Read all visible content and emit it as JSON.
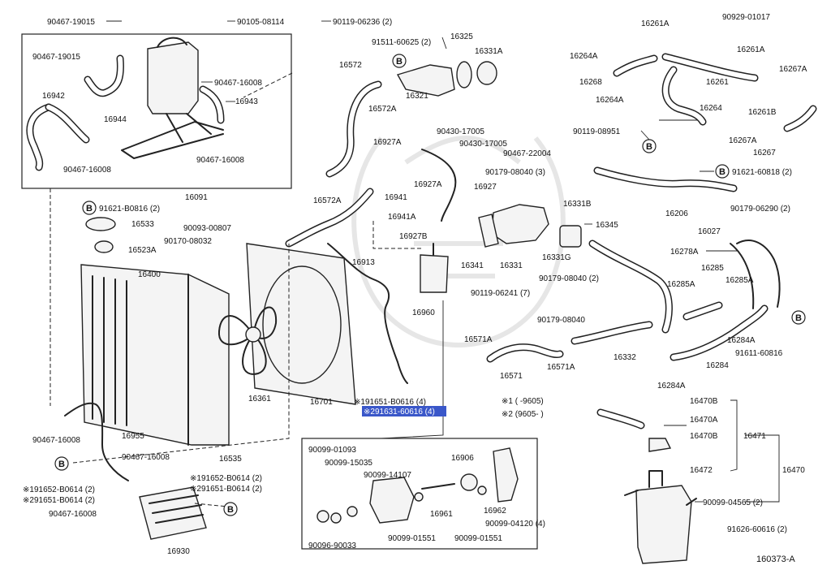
{
  "diagram_id": "160373-A",
  "labels": [
    {
      "key": "l01",
      "text": "90467-19015"
    },
    {
      "key": "l02",
      "text": "90105-08114"
    },
    {
      "key": "l03",
      "text": "90119-06236 (2)"
    },
    {
      "key": "l04",
      "text": "90467-19015"
    },
    {
      "key": "l05",
      "text": "90467-16008"
    },
    {
      "key": "l06",
      "text": "16943"
    },
    {
      "key": "l07",
      "text": "16942"
    },
    {
      "key": "l08",
      "text": "16944"
    },
    {
      "key": "l09",
      "text": "90467-16008"
    },
    {
      "key": "l10",
      "text": "90467-16008"
    },
    {
      "key": "l11",
      "text": "16091"
    },
    {
      "key": "l12",
      "text": "91511-60625 (2)"
    },
    {
      "key": "l13",
      "text": "16325"
    },
    {
      "key": "l14",
      "text": "16331A"
    },
    {
      "key": "l15",
      "text": "16572"
    },
    {
      "key": "l16",
      "text": "16321"
    },
    {
      "key": "l17",
      "text": "16572A"
    },
    {
      "key": "l18",
      "text": "16927A"
    },
    {
      "key": "l19",
      "text": "90430-17005"
    },
    {
      "key": "l20",
      "text": "90430-17005"
    },
    {
      "key": "l21",
      "text": "16927A"
    },
    {
      "key": "l22",
      "text": "16927"
    },
    {
      "key": "l23",
      "text": "16572A"
    },
    {
      "key": "l24",
      "text": "16941"
    },
    {
      "key": "l25",
      "text": "16941A"
    },
    {
      "key": "l26",
      "text": "16927B"
    },
    {
      "key": "l27",
      "text": "16261A"
    },
    {
      "key": "l28",
      "text": "90929-01017"
    },
    {
      "key": "l29",
      "text": "16264A"
    },
    {
      "key": "l30",
      "text": "16261A"
    },
    {
      "key": "l31",
      "text": "16267A"
    },
    {
      "key": "l32",
      "text": "16268"
    },
    {
      "key": "l33",
      "text": "16261"
    },
    {
      "key": "l34",
      "text": "16264A"
    },
    {
      "key": "l35",
      "text": "16264"
    },
    {
      "key": "l36",
      "text": "16261B"
    },
    {
      "key": "l37",
      "text": "16267A"
    },
    {
      "key": "l38",
      "text": "16267"
    },
    {
      "key": "l39",
      "text": "90119-08951"
    },
    {
      "key": "l40",
      "text": "90467-22004"
    },
    {
      "key": "l41",
      "text": "91621-60818 (2)"
    },
    {
      "key": "l42",
      "text": "90179-08040 (3)"
    },
    {
      "key": "l43",
      "text": "16331B"
    },
    {
      "key": "l44",
      "text": "16206"
    },
    {
      "key": "l45",
      "text": "90179-06290 (2)"
    },
    {
      "key": "l46",
      "text": "16345"
    },
    {
      "key": "l47",
      "text": "16027"
    },
    {
      "key": "l48",
      "text": "16341"
    },
    {
      "key": "l49",
      "text": "16331"
    },
    {
      "key": "l50",
      "text": "16331G"
    },
    {
      "key": "l51",
      "text": "16278A"
    },
    {
      "key": "l52",
      "text": "16285"
    },
    {
      "key": "l53",
      "text": "91621-B0816 (2)"
    },
    {
      "key": "l54",
      "text": "16533"
    },
    {
      "key": "l55",
      "text": "90093-00807"
    },
    {
      "key": "l56",
      "text": "90170-08032"
    },
    {
      "key": "l57",
      "text": "16523A"
    },
    {
      "key": "l58",
      "text": "16400"
    },
    {
      "key": "l59",
      "text": "16913"
    },
    {
      "key": "l60",
      "text": "90179-08040 (2)"
    },
    {
      "key": "l61",
      "text": "16285A"
    },
    {
      "key": "l62",
      "text": "16285A"
    },
    {
      "key": "l63",
      "text": "90119-06241 (7)"
    },
    {
      "key": "l64",
      "text": "16960"
    },
    {
      "key": "l65",
      "text": "90179-08040"
    },
    {
      "key": "l66",
      "text": "16284A"
    },
    {
      "key": "l67",
      "text": "16571A"
    },
    {
      "key": "l68",
      "text": "91611-60816"
    },
    {
      "key": "l69",
      "text": "16571A"
    },
    {
      "key": "l70",
      "text": "16332"
    },
    {
      "key": "l71",
      "text": "16571"
    },
    {
      "key": "l72",
      "text": "16284"
    },
    {
      "key": "l73",
      "text": "16284A"
    },
    {
      "key": "l74",
      "text": "16361"
    },
    {
      "key": "l75",
      "text": "16701"
    },
    {
      "key": "l76",
      "text": "※191651-B0616 (4)"
    },
    {
      "key": "l77",
      "text": "※291631-60616 (4)"
    },
    {
      "key": "l78",
      "text": "※1 (    -9605)"
    },
    {
      "key": "l79",
      "text": "※2 (9605-      )"
    },
    {
      "key": "l80",
      "text": "16470B"
    },
    {
      "key": "l81",
      "text": "16470A"
    },
    {
      "key": "l82",
      "text": "16470B"
    },
    {
      "key": "l83",
      "text": "16471"
    },
    {
      "key": "l84",
      "text": "16472"
    },
    {
      "key": "l85",
      "text": "16470"
    },
    {
      "key": "l86",
      "text": "90099-04565 (2)"
    },
    {
      "key": "l87",
      "text": "91626-60616 (2)"
    },
    {
      "key": "l88",
      "text": "90467-16008"
    },
    {
      "key": "l89",
      "text": "16955"
    },
    {
      "key": "l90",
      "text": "90467-16008"
    },
    {
      "key": "l91",
      "text": "16535"
    },
    {
      "key": "l92",
      "text": "※191652-B0614 (2)"
    },
    {
      "key": "l93",
      "text": "※291651-B0614 (2)"
    },
    {
      "key": "l94",
      "text": "※191652-B0614 (2)"
    },
    {
      "key": "l95",
      "text": "※291651-B0614 (2)"
    },
    {
      "key": "l96",
      "text": "90467-16008"
    },
    {
      "key": "l97",
      "text": "16930"
    },
    {
      "key": "l98",
      "text": "90099-01093"
    },
    {
      "key": "l99",
      "text": "90099-15035"
    },
    {
      "key": "l100",
      "text": "90099-14107"
    },
    {
      "key": "l101",
      "text": "16906"
    },
    {
      "key": "l102",
      "text": "16961"
    },
    {
      "key": "l103",
      "text": "16962"
    },
    {
      "key": "l104",
      "text": "90099-04120 (4)"
    },
    {
      "key": "l105",
      "text": "90096-90033"
    },
    {
      "key": "l106",
      "text": "90099-01551"
    },
    {
      "key": "l107",
      "text": "90099-01551"
    }
  ],
  "ref_marker": "B",
  "colors": {
    "highlight": "#3a57c9",
    "line": "#222222"
  }
}
